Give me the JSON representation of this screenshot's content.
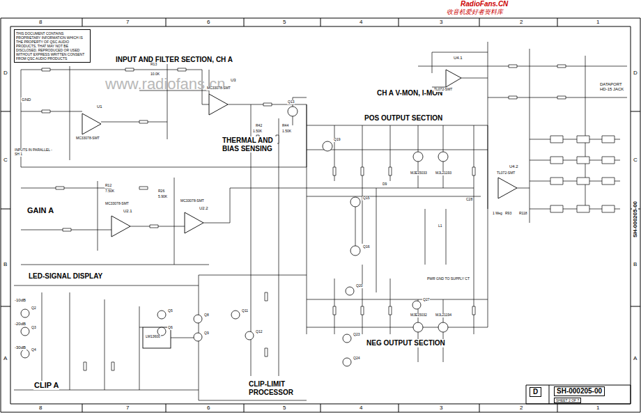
{
  "diagram": {
    "nodes": [
      {
        "text": [
          "THIS DOCUMENT CONTAINS PROPRIETARY INFORMATION WHICH IS THE PROPERTY OF QSC AUDIO PRODUCTS, THAT MAY NOT BE DISCLOSED, REPRODUCED OR USED WITHOUT EXPRESS WRITTEN CONSENT FROM QSC AUDIO PRODUCTS"
        ]
      },
      {
        "text": [
          "D"
        ]
      },
      {
        "text": [
          "SH-000205-00"
        ]
      },
      {
        "text": [
          "SHEET 2 OF 7"
        ]
      }
    ],
    "labels": [
      "RadioFans.CN",
      "收音机爱好者资料库",
      "8",
      "7",
      "6",
      "5",
      "4",
      "3",
      "2",
      "1",
      "8",
      "7",
      "6",
      "5",
      "4",
      "3",
      "2",
      "1",
      "D",
      "C",
      "B",
      "A",
      "D",
      "C",
      "B",
      "A",
      "www.radiofans.cn",
      "INPUT AND FILTER SECTION, CH A",
      "CH A V-MON, I-MON",
      "POS OUTPUT SECTION",
      "THERMAL AND BIAS SENSING",
      "GAIN A",
      "LED-SIGNAL DISPLAY",
      "NEG OUTPUT SECTION",
      "CLIP-LIMIT PROCESSOR",
      "CLIP A",
      "DATAPORT HD-15 JACK",
      "INPUTS IN PARALLEL - SH 1",
      "SH-000205-00",
      "GND",
      "U1",
      "MC33078-SMT",
      "U3",
      "MC33078-SMT",
      "U2.1",
      "MC33078-SMT",
      "U2.2",
      "MC33078-SMT",
      "U4.1",
      "TL072-SMT",
      "U4.2",
      "TL072-SMT",
      "LM13600",
      "Q13",
      "Q15",
      "Q16",
      "MJE15033",
      "MJL21193",
      "MJE15032",
      "MJL21194",
      "-10dB",
      "-20dB",
      "-30dB",
      "PWR GND TO SUPPLY CT",
      "Q2",
      "Q3",
      "Q4",
      "Q5",
      "Q6",
      "Q8",
      "Q9",
      "Q11",
      "Q12",
      "Q20",
      "Q23",
      "Q24",
      "Q27",
      "Q19",
      "R42",
      "1.50K",
      "R44",
      "1.50K",
      "R12",
      "7.50K",
      "R26",
      "5.90K",
      "R13",
      "10.0K",
      "R93",
      "1 Meg",
      "R118",
      "L1",
      "D9",
      "C28"
    ]
  }
}
